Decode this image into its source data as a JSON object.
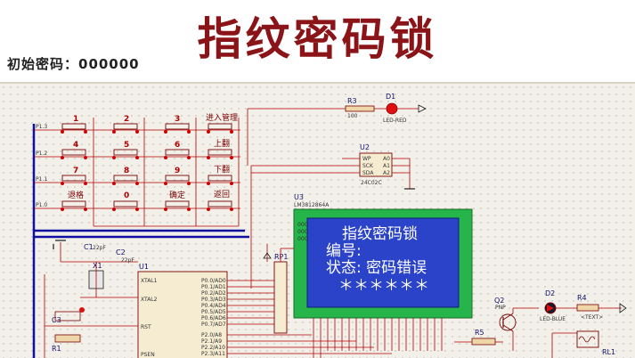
{
  "header": {
    "title": "指纹密码锁",
    "initial_password": "初始密码：000000"
  },
  "lcd": {
    "ref": "U3",
    "part": "LM3812864A",
    "lines": [
      "指纹密码锁",
      "编号:",
      "状态: 密码错误",
      "＊＊＊＊＊＊"
    ]
  },
  "keypad": {
    "rows": [
      {
        "keys": [
          "1",
          "2",
          "3"
        ],
        "func": "进入管理"
      },
      {
        "keys": [
          "4",
          "5",
          "6"
        ],
        "func": "上翻"
      },
      {
        "keys": [
          "7",
          "8",
          "9"
        ],
        "func": "下翻"
      },
      {
        "keys": [
          "退格",
          "0",
          "确定"
        ],
        "func": "返回"
      }
    ],
    "port_labels": [
      "P1.3",
      "P1.2",
      "P1.1",
      "P1.0"
    ]
  },
  "components": {
    "r3": {
      "ref": "R3",
      "value": "100"
    },
    "d1": {
      "ref": "D1",
      "value": "LED-RED"
    },
    "u2": {
      "ref": "U2",
      "part": "24C02C",
      "pins_left": [
        "WP",
        "SCK",
        "SDA"
      ],
      "pins_right": [
        "A0",
        "A1",
        "A2"
      ]
    },
    "rp1": {
      "ref": "RP1"
    },
    "x1": {
      "ref": "X1"
    },
    "c1": {
      "ref": "C1",
      "value": "22pF"
    },
    "c2": {
      "ref": "C2",
      "value": "22pF"
    },
    "c3": {
      "ref": "C3"
    },
    "r1": {
      "ref": "R1"
    },
    "u1": {
      "ref": "U1",
      "pins_left": [
        "XTAL1",
        "XTAL2",
        "RST",
        "PSEN"
      ],
      "pins_right": [
        "P0.0/AD0",
        "P0.1/AD1",
        "P0.2/AD2",
        "P0.3/AD3",
        "P0.4/AD4",
        "P0.5/AD5",
        "P0.6/AD6",
        "P0.7/AD7",
        "P2.0/A8",
        "P2.1/A9",
        "P2.2/A10",
        "P2.3/A11"
      ]
    },
    "q2": {
      "ref": "Q2",
      "value": "PNP"
    },
    "r5": {
      "ref": "R5"
    },
    "d2": {
      "ref": "D2",
      "value": "LED-BLUE"
    },
    "r4": {
      "ref": "R4"
    },
    "rl1": {
      "ref": "RL1"
    },
    "text_tag": "<TEXT>"
  },
  "colors": {
    "title": "#8a1418",
    "lcd_bg": "#2b43c8",
    "wire": "#b30000",
    "bus": "#1010a0",
    "component": "#7a0000",
    "grid_bg": "#f3f0ea"
  }
}
